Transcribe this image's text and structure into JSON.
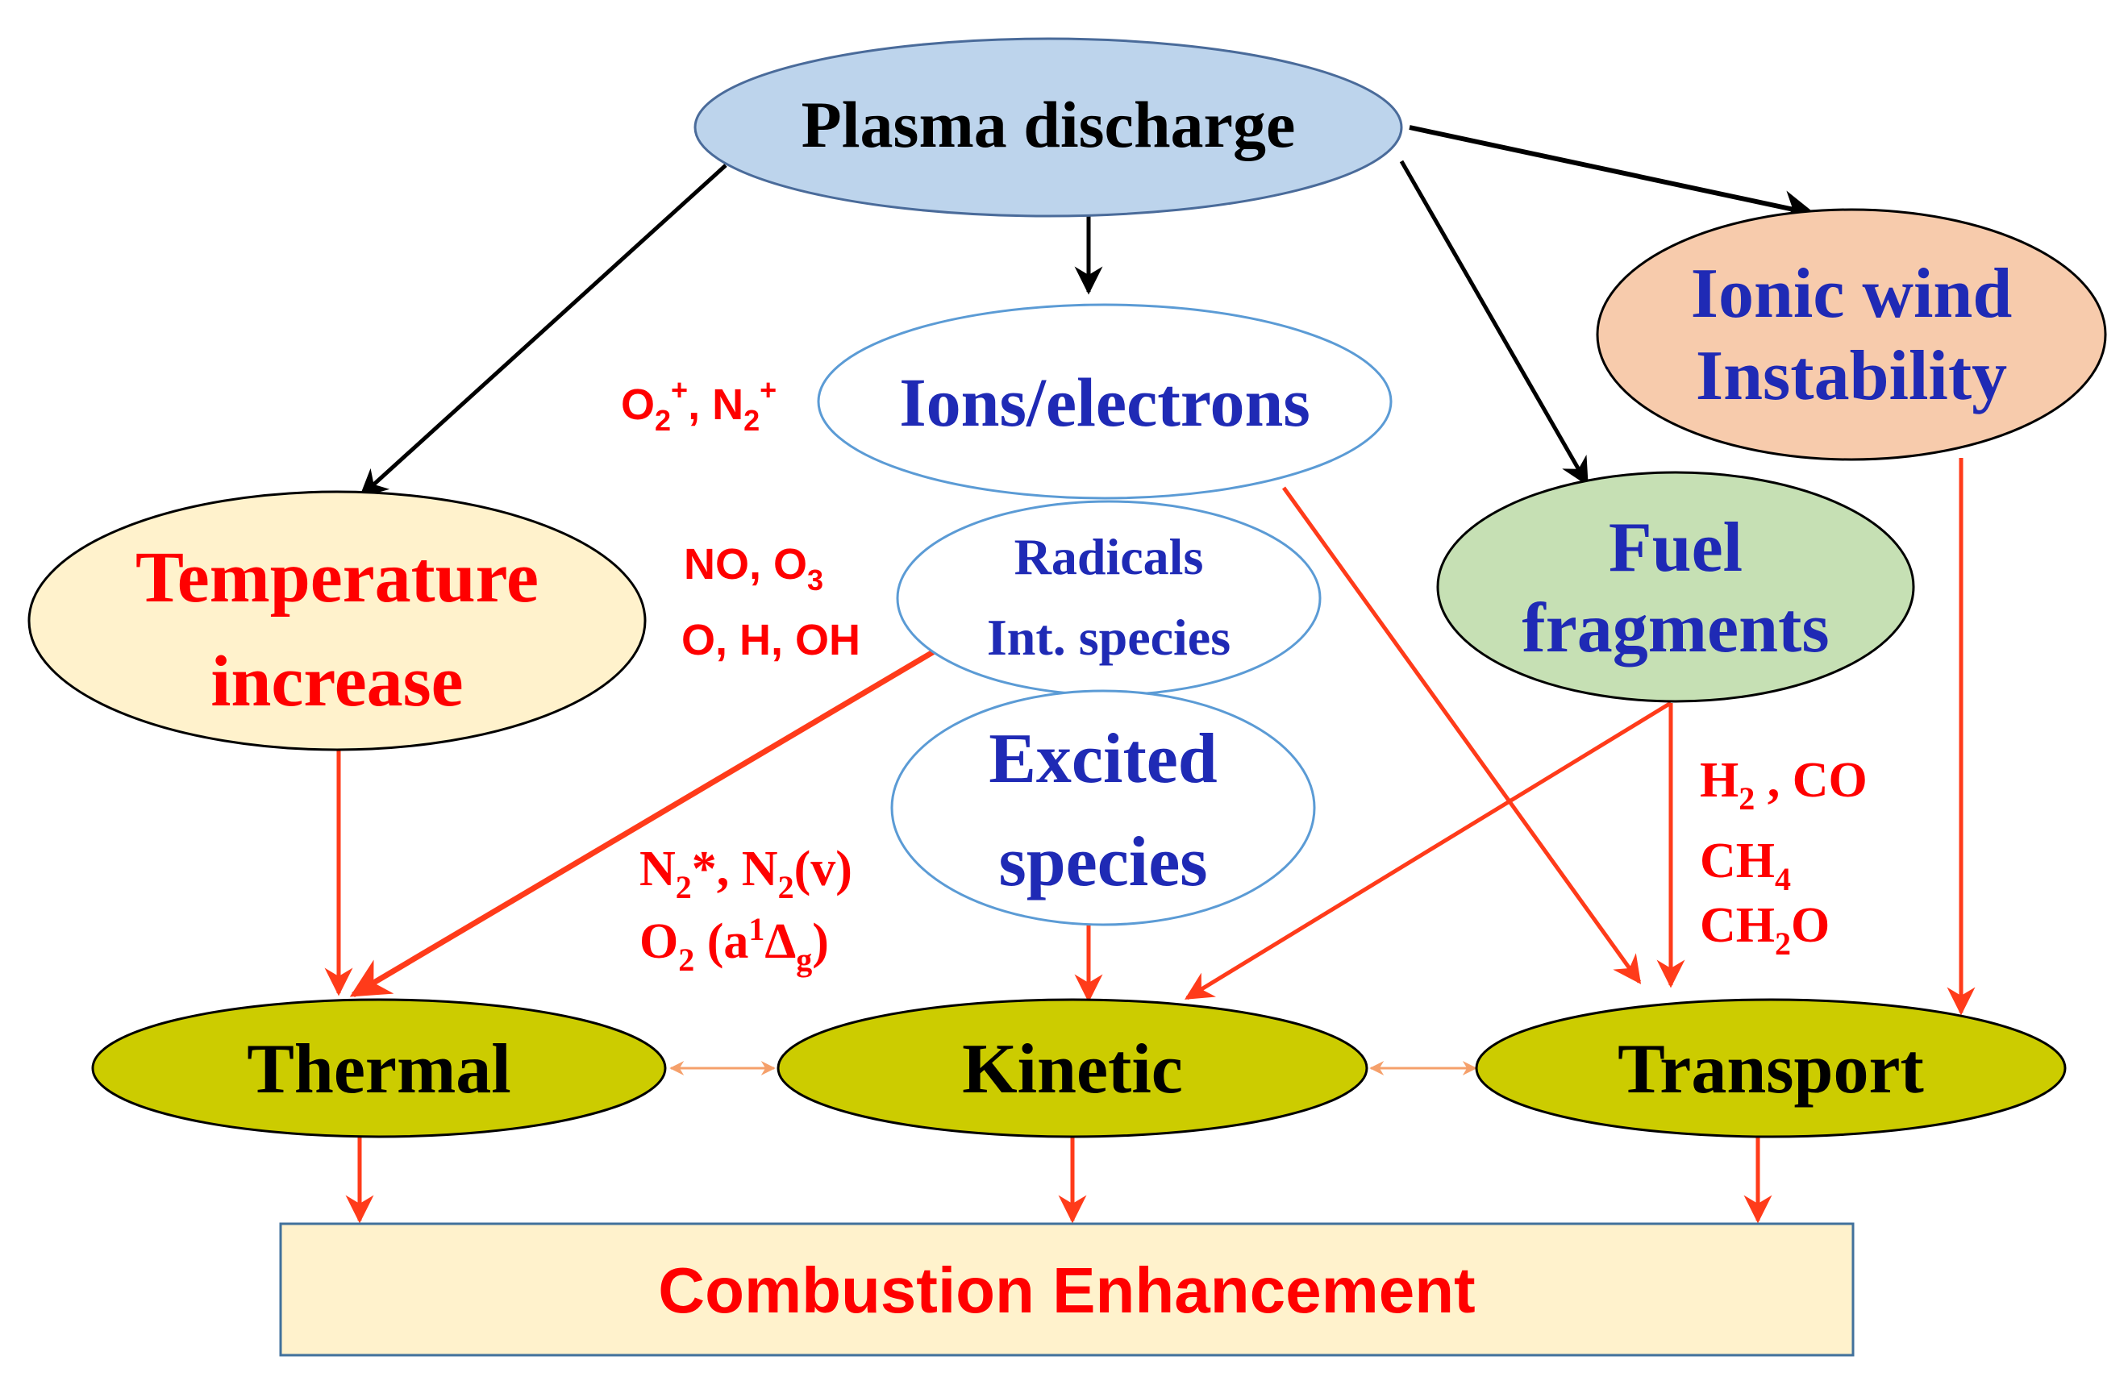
{
  "colors": {
    "black": "#000000",
    "blue_text": "#1f2ab5",
    "red_text": "#ff0000",
    "red_arrow": "#ff3b1a",
    "orange_arrow": "#f5a06b",
    "plasma_fill": "#bdd4ec",
    "plasma_stroke": "#4a6b9a",
    "temp_fill": "#fff2cc",
    "ionic_fill": "#f7cbac",
    "fuel_fill": "#c6e0b4",
    "species_stroke": "#5b9bd5",
    "mech_fill": "#cccc00",
    "box_fill": "#fff2cc",
    "box_stroke": "#41719c"
  },
  "nodes": {
    "plasma": "Plasma discharge",
    "ions": "Ions/electrons",
    "radicals": [
      "Radicals",
      "Int. species"
    ],
    "excited": [
      "Excited",
      "species"
    ],
    "temperature": [
      "Temperature",
      "increase"
    ],
    "ionic": [
      "Ionic wind",
      "Instability"
    ],
    "fuel": [
      "Fuel",
      "fragments"
    ],
    "thermal": "Thermal",
    "kinetic": "Kinetic",
    "transport": "Transport",
    "combustion": "Combustion Enhancement"
  },
  "labels": {
    "ions_species": {
      "o2": "O",
      "o2_sub": "2",
      "o2_sup": "+",
      "sep": ", N",
      "n2_sub": "2",
      "n2_sup": "+"
    },
    "radical_species": {
      "line1_a": "NO, O",
      "line1_sub": "3",
      "line2": "O, H, OH"
    },
    "excited_species": {
      "line1_n": "N",
      "line1_sub1": "2",
      "line1_mid": "*, N",
      "line1_sub2": "2",
      "line1_end": "(v)",
      "line2_o": "O",
      "line2_sub": "2",
      "line2_mid": " (a",
      "line2_sup": "1",
      "line2_delta": "Δ",
      "line2_sub2": "g",
      "line2_end": ")"
    },
    "fuel_species": {
      "line1_h": "H",
      "line1_sub": "2",
      "line1_end": " , CO",
      "line2_a": "CH",
      "line2_sub": "4",
      "line3_a": "CH",
      "line3_sub": "2",
      "line3_end": "O"
    }
  }
}
